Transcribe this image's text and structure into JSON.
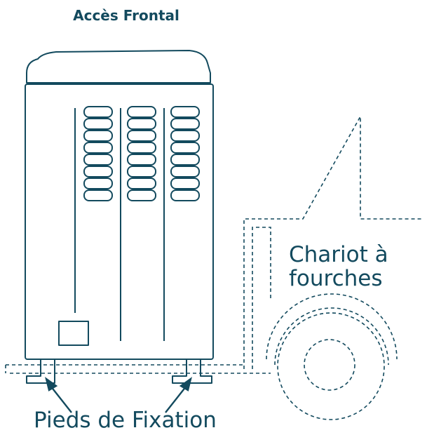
{
  "title": "Accès Frontal",
  "forklift_label_line1": "Chariot à",
  "forklift_label_line2": "fourches",
  "feet_label": "Pieds de Fixation",
  "colors": {
    "stroke": "#134a5e",
    "background": "#ffffff"
  }
}
